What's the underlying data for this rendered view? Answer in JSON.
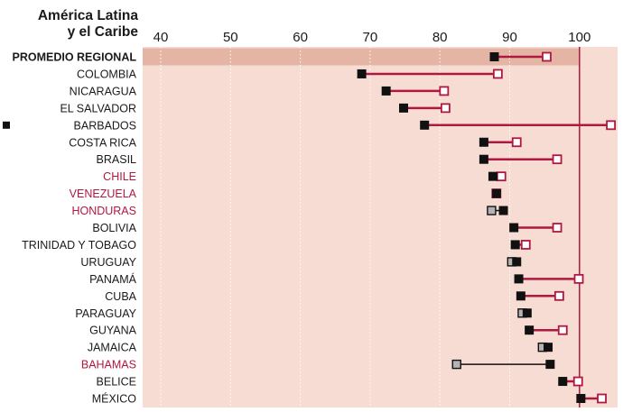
{
  "chart_data": {
    "type": "dot-range",
    "title_lines": [
      "América Latina",
      "y el Caribe"
    ],
    "xlim": [
      38,
      104
    ],
    "x_ticks": [
      40,
      50,
      60,
      70,
      80,
      90,
      100
    ],
    "reference_line": 100,
    "colors": {
      "background": "#f6dcd2",
      "highlight_row": "#e4b5a4",
      "accent": "#b0183f",
      "dark": "#111111",
      "gray": "#b3b3b3",
      "text": "#1a1a1a"
    },
    "rows": [
      {
        "label": "PROMEDIO REGIONAL",
        "a": 87.8,
        "b": 95.3,
        "style": "highlight",
        "labelColor": "dark"
      },
      {
        "label": "COLOMBIA",
        "a": 68.8,
        "b": 88.3,
        "labelColor": "dark"
      },
      {
        "label": "NICARAGUA",
        "a": 72.3,
        "b": 80.6,
        "labelColor": "dark"
      },
      {
        "label": "EL SALVADOR",
        "a": 74.8,
        "b": 80.8,
        "labelColor": "dark"
      },
      {
        "label": "BARBADOS",
        "a": 77.8,
        "b": 104.5,
        "labelColor": "dark",
        "offscale_marker": true
      },
      {
        "label": "COSTA RICA",
        "a": 86.3,
        "b": 91.0,
        "labelColor": "dark"
      },
      {
        "label": "BRASIL",
        "a": 86.3,
        "b": 96.8,
        "labelColor": "dark"
      },
      {
        "label": "CHILE",
        "a": 87.6,
        "b": 88.8,
        "labelColor": "accent"
      },
      {
        "label": "VENEZUELA",
        "a": 88.1,
        "b": 88.1,
        "labelColor": "accent"
      },
      {
        "label": "HONDURAS",
        "a": 89.1,
        "b": 87.4,
        "style": "gray",
        "labelColor": "accent"
      },
      {
        "label": "BOLIVIA",
        "a": 90.6,
        "b": 96.8,
        "labelColor": "dark"
      },
      {
        "label": "TRINIDAD Y TOBAGO",
        "a": 90.8,
        "b": 92.3,
        "labelColor": "dark"
      },
      {
        "label": "URUGUAY",
        "a": 91.0,
        "b": 90.3,
        "style": "gray",
        "labelColor": "dark"
      },
      {
        "label": "PANAMÁ",
        "a": 91.3,
        "b": 99.9,
        "labelColor": "dark"
      },
      {
        "label": "CUBA",
        "a": 91.6,
        "b": 97.1,
        "labelColor": "dark"
      },
      {
        "label": "PARAGUAY",
        "a": 92.5,
        "b": 91.8,
        "style": "gray",
        "labelColor": "dark"
      },
      {
        "label": "GUYANA",
        "a": 92.8,
        "b": 97.6,
        "labelColor": "dark"
      },
      {
        "label": "JAMAICA",
        "a": 95.5,
        "b": 94.7,
        "style": "gray",
        "labelColor": "dark"
      },
      {
        "label": "BAHAMAS",
        "a": 95.8,
        "b": 82.4,
        "style": "gray",
        "labelColor": "accent"
      },
      {
        "label": "BELICE",
        "a": 97.6,
        "b": 99.8,
        "labelColor": "dark"
      },
      {
        "label": "MÉXICO",
        "a": 100.2,
        "b": 103.2,
        "labelColor": "dark"
      }
    ]
  }
}
